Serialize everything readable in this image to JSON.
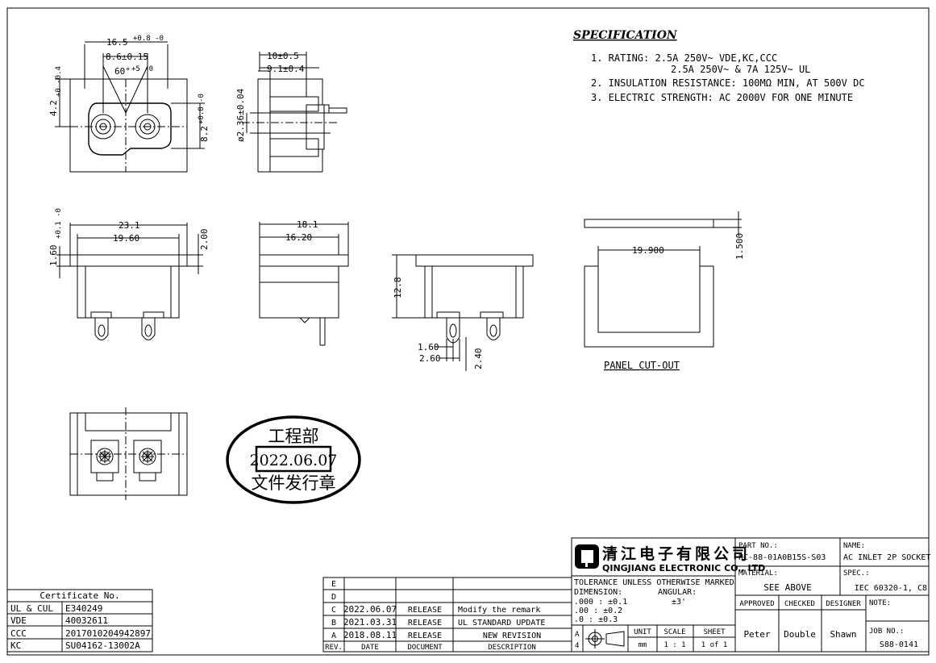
{
  "spec": {
    "title": "SPECIFICATION",
    "lines": [
      "1. RATING: 2.5A 250V~ VDE,KC,CCC",
      "2.5A 250V~ & 7A 125V~ UL",
      "2. INSULATION RESISTANCE: 100MΩ MIN, AT 500V DC",
      "3. ELECTRIC STRENGTH: AC 2000V FOR ONE MINUTE"
    ]
  },
  "dims": {
    "front_top_width": "16.5",
    "front_top_tol": "+0.8 -0",
    "front_pin_pitch": "8.6±0.15",
    "front_angle": "60°",
    "front_angle_tol": "+5 -0",
    "front_left": "4.2",
    "front_left_tol": "+0 -0.4",
    "front_right": "8.2",
    "front_right_tol": "+0.8 -0",
    "side_w1": "10±0.5",
    "side_w2": "9.1±0.4",
    "side_dia": "ø2.36±0.04",
    "bottom_w1": "23.1",
    "bottom_w2": "19.60",
    "bottom_left": "1.60",
    "bottom_left_tol": "+0.1 -0",
    "bottom_right": "2.00",
    "side2_w1": "18.1",
    "side2_w2": "16.20",
    "mid_h": "12.8",
    "mid_a": "1.60",
    "mid_b": "2.60",
    "mid_c": "2.40",
    "panel_w": "19.900",
    "panel_h": "1.500",
    "panel_label": "PANEL CUT-OUT"
  },
  "stamp": {
    "top": "工程部",
    "date": "2022.06.07",
    "bottom": "文件发行章"
  },
  "cert": {
    "header": "Certificate No.",
    "rows": [
      {
        "k": "UL & CUL",
        "v": "E340249"
      },
      {
        "k": "VDE",
        "v": "40032611"
      },
      {
        "k": "CCC",
        "v": "2017010204942897"
      },
      {
        "k": "KC",
        "v": "SU04162-13002A"
      }
    ]
  },
  "rev": {
    "headers": [
      "REV.",
      "DATE",
      "DOCUMENT",
      "DESCRIPTION"
    ],
    "rows": [
      {
        "r": "E",
        "d": "",
        "doc": "",
        "desc": ""
      },
      {
        "r": "D",
        "d": "",
        "doc": "",
        "desc": ""
      },
      {
        "r": "C",
        "d": "2022.06.07",
        "doc": "RELEASE",
        "desc": "Modify the remark"
      },
      {
        "r": "B",
        "d": "2021.03.31",
        "doc": "RELEASE",
        "desc": "UL STANDARD UPDATE"
      },
      {
        "r": "A",
        "d": "2018.08.11",
        "doc": "RELEASE",
        "desc": "NEW REVISION"
      }
    ]
  },
  "title_block": {
    "company_cn": "清江电子有限公司",
    "company_en": "QINGJIANG ELECTRONIC CO., LTD",
    "tol_line1": "TOLERANCE UNLESS OTHERWISE MARKED",
    "tol_dim": "DIMENSION:",
    "tol_ang": "ANGULAR:",
    "tol_000": ".000 : ±0.1",
    "tol_00": ".00 : ±0.2",
    "tol_0": ".0 : ±0.3",
    "tol_ang_val": "±3'",
    "proj_a": "A",
    "proj_4": "4",
    "unit_label": "UNIT",
    "unit_val": "mm",
    "scale_label": "SCALE",
    "scale_val": "1 : 1",
    "sheet_label": "SHEET",
    "sheet_val": "1 of 1",
    "part_label": "PART NO.:",
    "part_val": "HC-88-01A0B15S-S03",
    "name_label": "NAME:",
    "name_val": "AC INLET 2P SOCKET",
    "material_label": "MATERIAL:",
    "material_val": "SEE ABOVE",
    "spec_label": "SPEC.:",
    "spec_val": "IEC 60320-1, C8",
    "approved_label": "APPROVED",
    "checked_label": "CHECKED",
    "designer_label": "DESIGNER",
    "note_label": "NOTE:",
    "approved_val": "Peter",
    "checked_val": "Double",
    "designer_val": "Shawn",
    "job_label": "JOB NO.:",
    "job_val": "S88-0141"
  }
}
